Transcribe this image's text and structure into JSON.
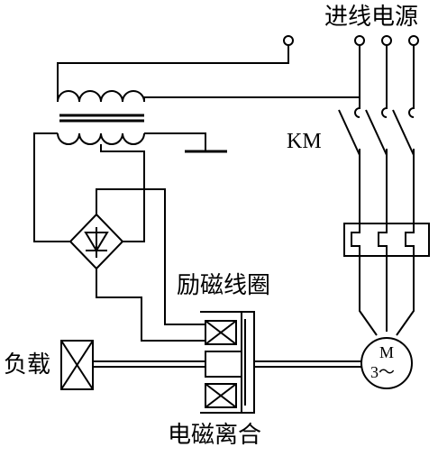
{
  "labels": {
    "incoming_power": "进线电源",
    "contactor": "KM",
    "excitation_coil": "励磁线圈",
    "load": "负载",
    "clutch": "电磁离合",
    "motor_m": "M",
    "motor_phase": "3～"
  },
  "colors": {
    "line": "#000000",
    "background": "#ffffff"
  },
  "icons": {
    "transformer": "transformer-icon",
    "rectifier": "bridge-rectifier-icon",
    "ground": "ground-icon",
    "motor": "motor-icon",
    "load": "load-box-icon"
  }
}
